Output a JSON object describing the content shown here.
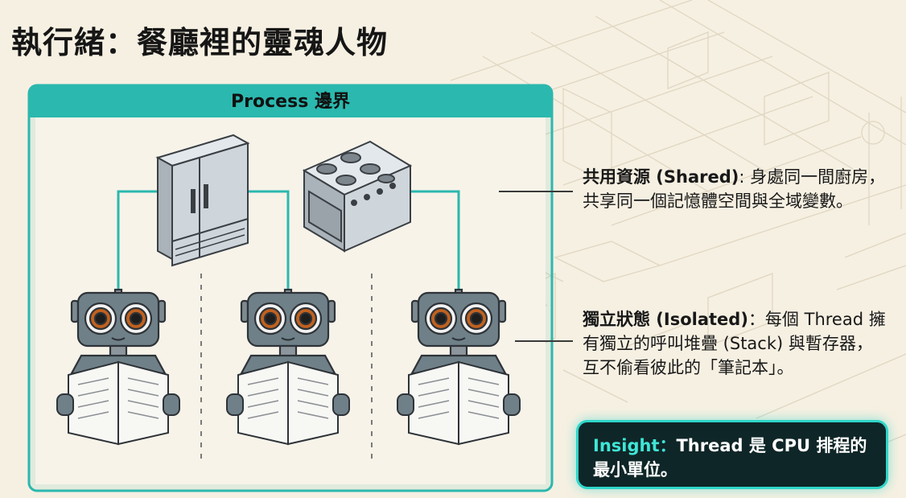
{
  "title": "執行緒：餐廳裡的靈魂人物",
  "process_label": "Process 邊界",
  "shared": {
    "heading": "共用資源 (Shared)",
    "text": ": 身處同一間廚房，共享同一個記憶體空間與全域變數。"
  },
  "isolated": {
    "heading": "獨立狀態 (Isolated)",
    "text": "：每個 Thread 擁有獨立的呼叫堆疊 (Stack) 與暫存器，互不偷看彼此的「筆記本」。"
  },
  "insight": {
    "label": "Insight：",
    "text": "Thread 是 CPU 排程的最小單位。"
  },
  "colors": {
    "teal": "#2bb8ae",
    "insight_bg": "#0f2628",
    "insight_accent": "#3fe6d6",
    "background": "#f6f0e2"
  },
  "icons": [
    "refrigerator-icon",
    "stove-icon",
    "robot-icon",
    "notebook-icon"
  ]
}
